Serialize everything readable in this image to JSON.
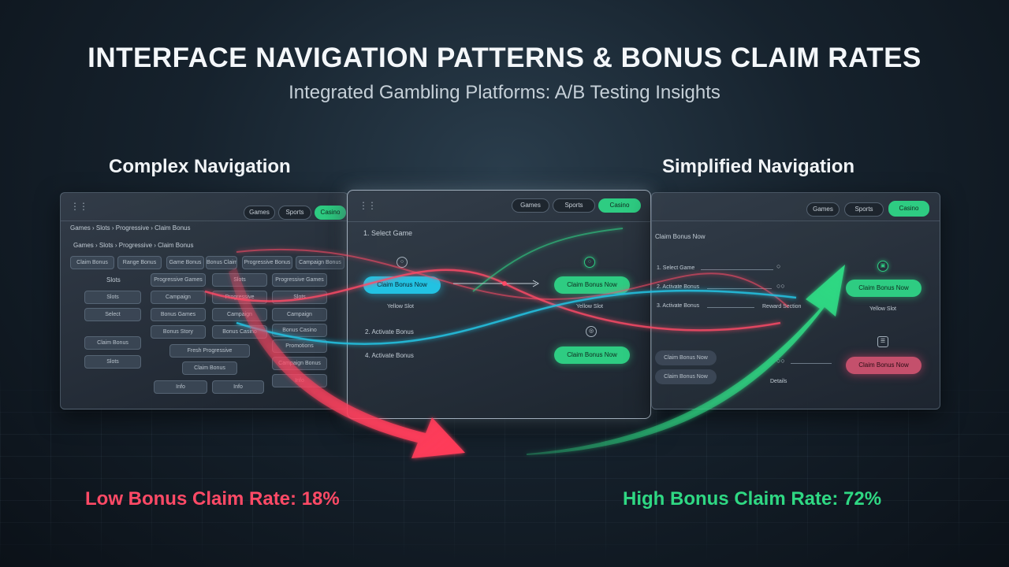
{
  "title": "INTERFACE NAVIGATION PATTERNS & BONUS CLAIM RATES",
  "subtitle": "Integrated Gambling Platforms: A/B Testing Insights",
  "sections": {
    "left_label": "Complex Navigation",
    "right_label": "Simplified Navigation"
  },
  "colors": {
    "low": "#ff4a66",
    "high": "#2fd883",
    "accent_green": "#2ecc82",
    "accent_cyan": "#22c2e2"
  },
  "left_panel": {
    "top_pills": [
      "Games",
      "Sports",
      "Casino"
    ],
    "breadcrumb_1": "Games › Slots › Progressive › Claim Bonus",
    "breadcrumb_2": "Games › Slots › Progressive › Claim Bonus",
    "row_buttons": [
      "Claim Bonus",
      "Range Bonus",
      "Game Bonus",
      "Bonus Claim",
      "Progressive Bonus",
      "Campaign Bonus"
    ],
    "grid": {
      "slots": "Slots",
      "slots_btn": "Slots",
      "select": "Select",
      "claim_bonus": "Claim Bonus",
      "slots2": "Slots",
      "progressive_games": "Progressive Games",
      "campaign": "Campaign",
      "bonus_games": "Bonus Games",
      "bonus_story": "Bonus Story",
      "fresh_progressive": "Fresh Progressive",
      "claim_bonus_2": "Claim Bonus",
      "info": "Info",
      "slots3": "Slots",
      "progressive": "Progressive",
      "campaign2": "Campaign",
      "bonus_casino": "Bonus Casino",
      "progressive_games_2": "Progressive Games",
      "slots4": "Slots",
      "campaign3": "Campaign",
      "bonus_casino_2": "Bonus Casino",
      "promotions": "Promotions",
      "campaign_bonus": "Campaign Bonus",
      "info2": "Info",
      "info3": "Info"
    }
  },
  "center_panel": {
    "top_pills": [
      "Games",
      "Sports",
      "Casino"
    ],
    "step1": "1. Select Game",
    "step2": "2. Activate Bonus",
    "step4": "4. Activate Bonus",
    "claim_cyan": "Claim Bonus Now",
    "claim_green_1": "Claim Bonus Now",
    "claim_green_2": "Claim Bonus Now",
    "sub_left": "Yellow Slot",
    "sub_right": "Yellow Slot"
  },
  "right_panel": {
    "top_pills": [
      "Games",
      "Sports",
      "Casino"
    ],
    "heading": "Claim Bonus Now",
    "step1": "1. Select Game",
    "step2": "2. Activate Bonus",
    "step3": "3. Activate Bonus",
    "claim_green": "Claim Bonus Now",
    "claim_red": "Claim Bonus Now",
    "dark_btn_1": "Claim Bonus Now",
    "dark_btn_2": "Claim Bonus Now",
    "sub": "Yellow Slot",
    "reward_label": "Reward Section",
    "details": "Details"
  },
  "rates": {
    "low": "Low Bonus Claim Rate: 18%",
    "high": "High Bonus Claim Rate: 72%"
  }
}
